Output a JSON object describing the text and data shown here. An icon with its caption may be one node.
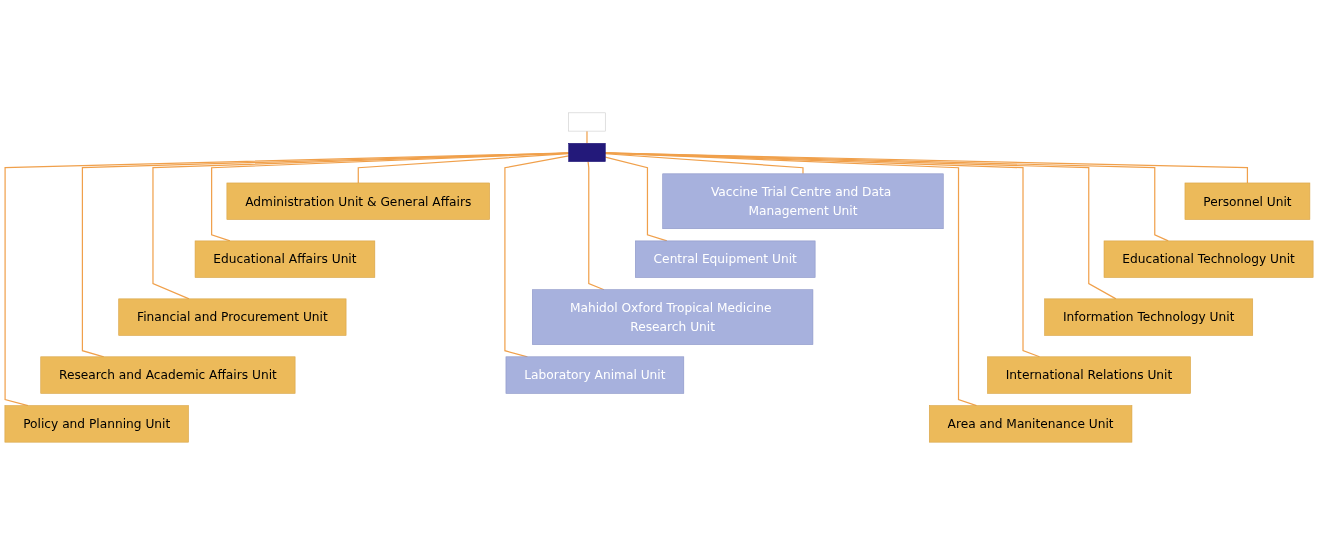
{
  "diagram": {
    "nodes": [
      {
        "text": [],
        "shape": "box"
      },
      {
        "text": [],
        "shape": "bar"
      },
      {
        "text": [
          "Administration Unit & General Affairs"
        ]
      },
      {
        "text": [
          "Educational Affairs Unit"
        ]
      },
      {
        "text": [
          "Financial and Procurement Unit"
        ]
      },
      {
        "text": [
          "Research and Academic Affairs Unit"
        ]
      },
      {
        "text": [
          "Policy and Planning Unit"
        ]
      },
      {
        "text": [
          "Personnel Unit"
        ]
      },
      {
        "text": [
          "Educational Technology Unit"
        ]
      },
      {
        "text": [
          "Information Technology Unit"
        ]
      },
      {
        "text": [
          "International Relations Unit"
        ]
      },
      {
        "text": [
          "Area and Manitenance Unit"
        ]
      },
      {
        "text": [
          "Vaccine Trial Centre and Data Management Unit"
        ]
      },
      {
        "text": [
          "Central Equipment Unit"
        ]
      },
      {
        "text": [
          "Mahidol Oxford Tropical Medicine Research Unit"
        ]
      },
      {
        "text": [
          "Laboratory Animal Unit"
        ]
      }
    ],
    "edges": [
      {
        "from": 0,
        "to": 1,
        "arrow": "none"
      },
      {
        "from": 1,
        "to": 2,
        "arrow": "none"
      },
      {
        "from": 1,
        "to": 3,
        "arrow": "none"
      },
      {
        "from": 1,
        "to": 4,
        "arrow": "none"
      },
      {
        "from": 1,
        "to": 5,
        "arrow": "none"
      },
      {
        "from": 1,
        "to": 6,
        "arrow": "none"
      },
      {
        "from": 1,
        "to": 7,
        "arrow": "none"
      },
      {
        "from": 1,
        "to": 8,
        "arrow": "none"
      },
      {
        "from": 1,
        "to": 9,
        "arrow": "none"
      },
      {
        "from": 1,
        "to": 10,
        "arrow": "none"
      },
      {
        "from": 1,
        "to": 11,
        "arrow": "none"
      },
      {
        "from": 1,
        "to": 12,
        "arrow": "none"
      },
      {
        "from": 1,
        "to": 13,
        "arrow": "none"
      },
      {
        "from": 1,
        "to": 14,
        "arrow": "none"
      },
      {
        "from": 1,
        "to": 15,
        "arrow": "none"
      }
    ]
  }
}
